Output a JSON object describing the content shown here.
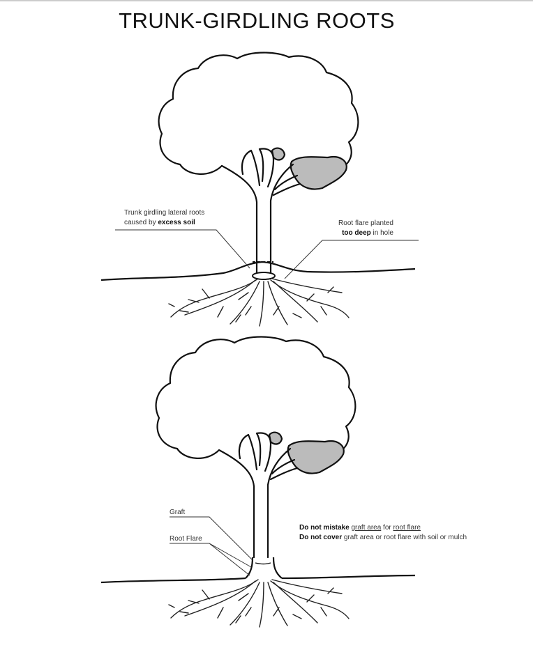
{
  "title": "TRUNK-GIRDLING ROOTS",
  "diagram_top": {
    "label_left": {
      "line1": "Trunk girdling lateral roots",
      "line2_prefix": "caused by ",
      "line2_bold": "excess soil"
    },
    "label_right": {
      "line1": "Root flare planted",
      "line2_bold": "too deep",
      "line2_suffix": " in hole"
    }
  },
  "diagram_bottom": {
    "label_graft": "Graft",
    "label_root_flare": "Root Flare",
    "note1": {
      "bold": "Do not mistake",
      "u1": "graft area",
      "mid": " for ",
      "u2": "root flare"
    },
    "note2": {
      "bold": "Do not cover",
      "rest": " graft area or root flare with soil or mulch"
    }
  }
}
